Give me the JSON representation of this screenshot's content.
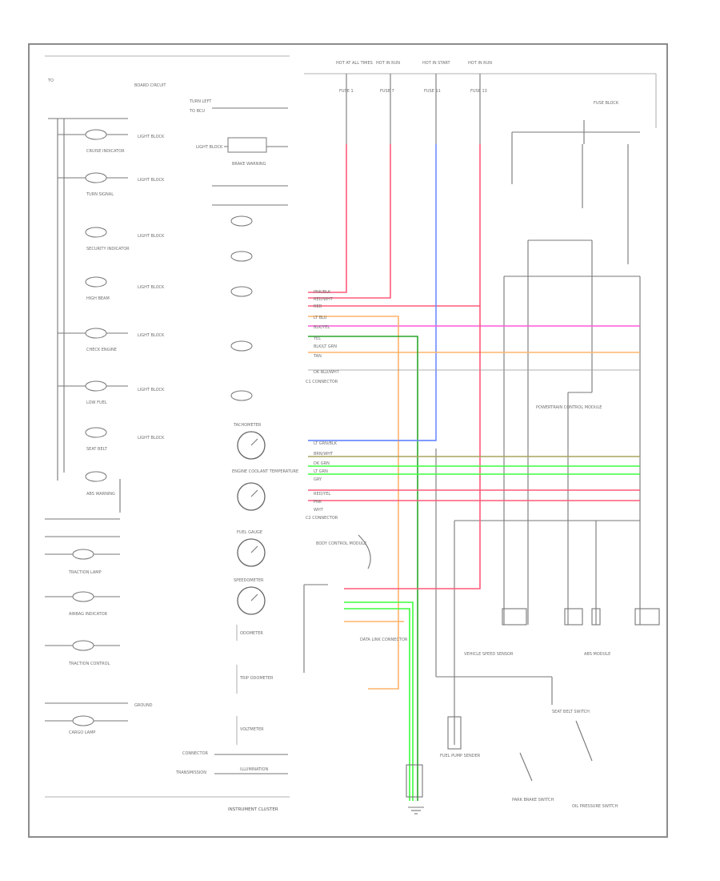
{
  "diagram": {
    "footer_title": "INSTRUMENT CLUSTER",
    "colors": {
      "red": "#ff5a7a",
      "pink": "#ff5ad7",
      "orange": "#ffb36b",
      "blue": "#6f8cff",
      "green": "#3cff3c",
      "olive": "#a8a35e",
      "dark": "#777777"
    },
    "icons": [
      "bulb-icon",
      "gauge-icon",
      "connector-icon",
      "switch-icon",
      "ground-icon"
    ],
    "left_panel": {
      "header_left": "TO",
      "header_right": "BOARD CIRCUIT",
      "top_right_label": "TURN LEFT",
      "top_right_sub": "TO BCU",
      "light_labels": [
        "LIGHT BLOCK",
        "LIGHT BLOCK",
        "LIGHT BLOCK",
        "LIGHT BLOCK",
        "LIGHT BLOCK",
        "LIGHT BLOCK",
        "LIGHT BLOCK",
        "LIGHT BLOCK"
      ],
      "bulb_captions": [
        "CRUISE INDICATOR",
        "TURN SIGNAL",
        "SECURITY INDICATOR",
        "HIGH BEAM",
        "CHECK ENGINE",
        "LOW FUEL",
        "SEAT BELT",
        "ABS WARNING",
        "BRAKE WARNING"
      ],
      "gauge_captions": [
        "TACHOMETER",
        "ENGINE COOLANT TEMPERATURE",
        "FUEL GAUGE",
        "SPEEDOMETER"
      ],
      "bottom_labels": [
        "ODOMETER",
        "TRIP ODOMETER",
        "VOLTMETER",
        "ILLUMINATION"
      ],
      "lower_bulb_captions": [
        "TRACTION LAMP",
        "AIRBAG INDICATOR",
        "TRACTION CONTROL",
        "CARGO LAMP"
      ],
      "lower_right_labels": [
        "GROUND",
        "CONNECTOR",
        "TRANSMISSION"
      ]
    },
    "right_panel": {
      "top_fuses": [
        "HOT AT ALL TIMES",
        "HOT IN RUN",
        "HOT IN START",
        "HOT IN RUN"
      ],
      "top_fuse_sub": [
        "FUSE 1",
        "FUSE 7",
        "FUSE 11",
        "FUSE 13"
      ],
      "top_right_box": "FUSE BLOCK",
      "connector_upper": "C1 CONNECTOR",
      "connector_lower": "C2 CONNECTOR",
      "wire_labels_upper": [
        "PNK/BLK",
        "RED/WHT",
        "RED",
        "LT BLU",
        "BLK/YEL",
        "YEL",
        "BLK/LT GRN",
        "TAN",
        "DK BLU/WHT"
      ],
      "wire_labels_lower": [
        "LT GRN/BLK",
        "BRN/WHT",
        "DK GRN",
        "LT GRN",
        "GRY",
        "RED/YEL",
        "PNK",
        "WHT"
      ],
      "component_labels": [
        "BODY CONTROL MODULE",
        "POWERTRAIN CONTROL MODULE",
        "DATA LINK CONNECTOR",
        "VEHICLE SPEED SENSOR",
        "FUEL PUMP SENDER",
        "ABS MODULE",
        "SEAT BELT SWITCH",
        "PARK BRAKE SWITCH",
        "OIL PRESSURE SWITCH"
      ]
    }
  }
}
